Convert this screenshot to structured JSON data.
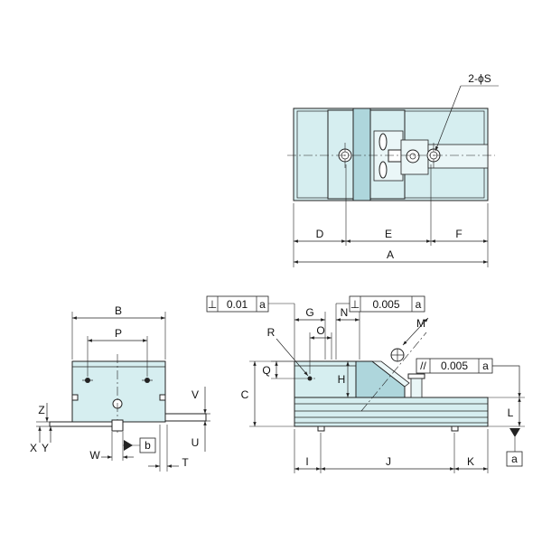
{
  "colors": {
    "body": "#d6eef0",
    "jaw_plate": "#aed6dc",
    "line": "#222222"
  },
  "top_view": {
    "holes_label": "2-ϕS",
    "dim_d": "D",
    "dim_e": "E",
    "dim_f": "F",
    "dim_a": "A"
  },
  "front_view": {
    "dim_b": "B",
    "dim_p": "P",
    "dim_z": "Z",
    "dim_x": "X",
    "dim_y": "Y",
    "dim_w": "W",
    "datum_b": "b",
    "dim_t": "T",
    "dim_v": "V",
    "dim_u": "U"
  },
  "side_view": {
    "perp_frame_1": {
      "symbol": "⊥",
      "value": "0.01",
      "datum": "a"
    },
    "perp_frame_2": {
      "symbol": "⊥",
      "value": "0.005",
      "datum": "a"
    },
    "parallel_frame": {
      "symbol": "//",
      "value": "0.005",
      "datum": "a"
    },
    "dim_g": "G",
    "dim_n": "N",
    "dim_r": "R",
    "dim_o": "O",
    "dim_m": "M",
    "dim_q": "Q",
    "dim_h": "H",
    "dim_c": "C",
    "dim_l": "L",
    "dim_i": "I",
    "dim_j": "J",
    "dim_k": "K",
    "datum_a": "a"
  }
}
